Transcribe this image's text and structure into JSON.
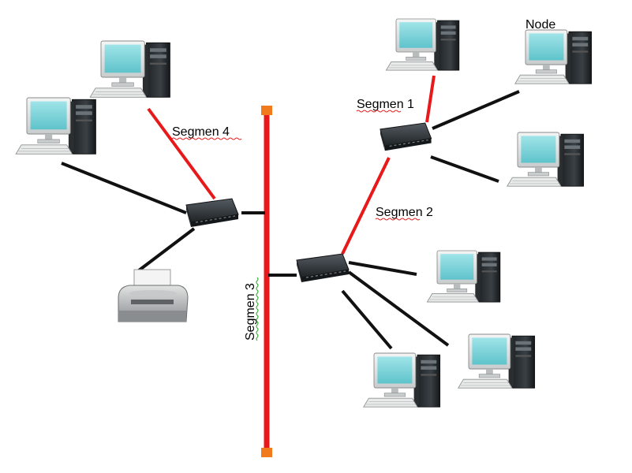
{
  "labels": {
    "node": "Node",
    "segmen1": "Segmen 1",
    "segmen2": "Segmen 2",
    "segmen3": "Segmen 3",
    "segmen4": "Segmen 4"
  },
  "colors": {
    "backbone": "#e8191a",
    "segment_cable": "#e8191a",
    "node_cable": "#111111",
    "terminator": "#f07a1c",
    "screen": "#7fd3d9",
    "hub": "#333a3f"
  },
  "devices": {
    "computers": [
      "computer-top-left",
      "computer-left",
      "computer-top-middle",
      "computer-node",
      "computer-right",
      "computer-right-lower",
      "computer-bottom-right",
      "computer-bottom-middle"
    ],
    "printers": [
      "printer"
    ],
    "hubs": [
      "hub-left",
      "hub-top-right",
      "hub-center"
    ]
  }
}
